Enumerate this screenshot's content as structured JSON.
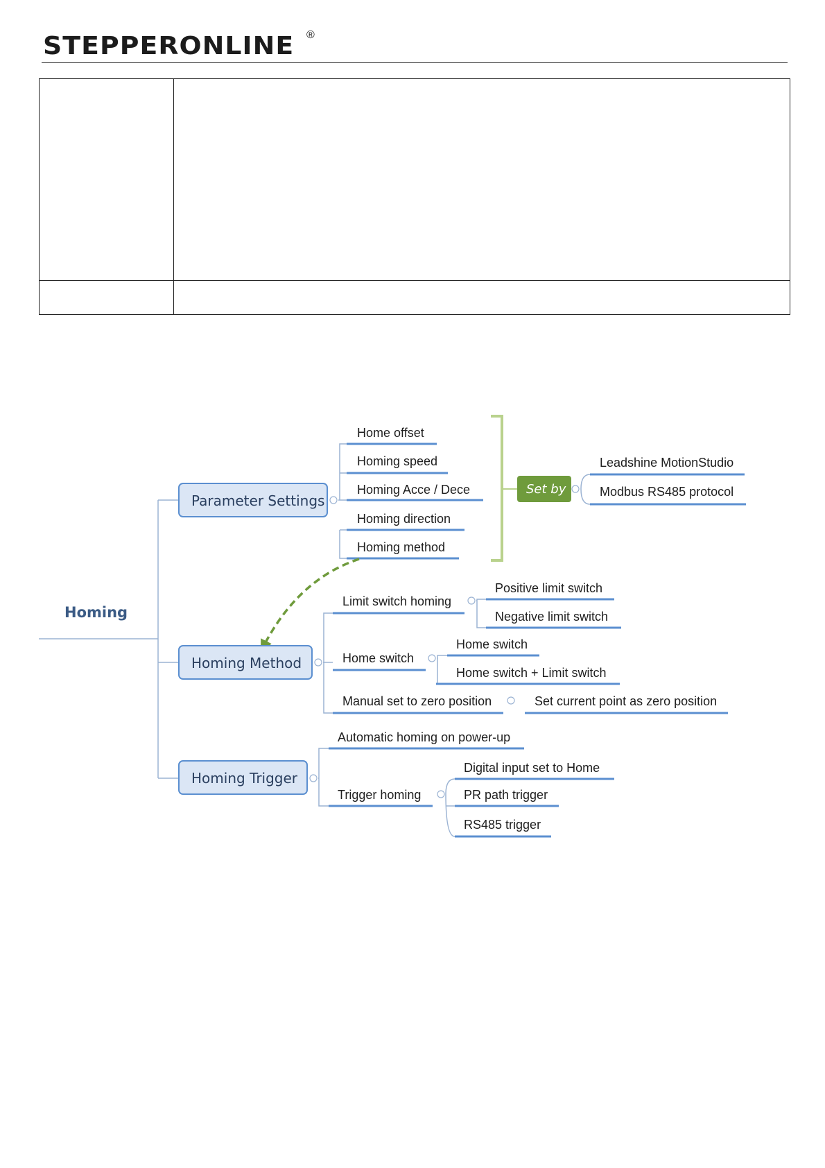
{
  "header": {
    "logo_text": "STEPPERONLINE",
    "logo_mark": "®"
  },
  "table": {
    "rows": [
      {
        "label": "",
        "content": ""
      },
      {
        "label": "",
        "content": ""
      }
    ]
  },
  "diagram": {
    "root": "Homing",
    "parameter_settings": {
      "label": "Parameter Settings",
      "items": [
        "Home offset",
        "Homing speed",
        "Homing Acce / Dece",
        "Homing direction",
        "Homing method"
      ],
      "set_by": {
        "label": "Set by",
        "items": [
          "Leadshine MotionStudio",
          "Modbus RS485 protocol"
        ]
      }
    },
    "homing_method": {
      "label": "Homing Method",
      "limit_switch": {
        "label": "Limit switch homing",
        "items": [
          "Positive limit switch",
          "Negative limit switch"
        ]
      },
      "home_switch": {
        "label": "Home switch",
        "items": [
          "Home switch",
          "Home switch + Limit switch"
        ]
      },
      "manual": {
        "label": "Manual set to zero position",
        "items": [
          "Set current point as zero position"
        ]
      }
    },
    "homing_trigger": {
      "label": "Homing Trigger",
      "automatic": "Automatic homing on power-up",
      "trigger": {
        "label": "Trigger homing",
        "items": [
          "Digital input set to Home",
          "PR path trigger",
          "RS485 trigger"
        ]
      }
    },
    "colors": {
      "line": "#5b8fd0",
      "box_fill": "#dbe6f5",
      "box_stroke": "#5b8fd0",
      "root_text": "#3b5b85",
      "setby_fill": "#6f9b3c",
      "bracket": "#b9d28d",
      "arrow": "#6f9b3c",
      "connector": "#9bb3d3"
    }
  }
}
